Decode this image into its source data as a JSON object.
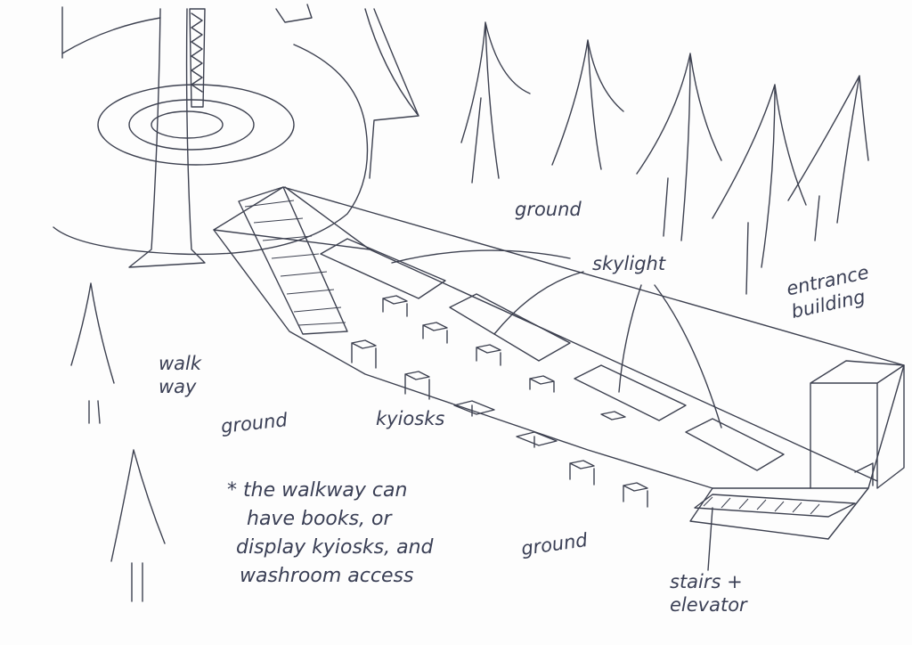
{
  "labels": {
    "ground_top": "ground",
    "skylight": "skylight",
    "entrance": "entrance building",
    "walkway": "walk way",
    "ground_left": "ground",
    "kiosks": "kyiosks",
    "ground_bottom": "ground",
    "stairs": "stairs + elevator"
  },
  "note": [
    "* the walkway can",
    "have books, or",
    "display kyiosks, and",
    "washroom access"
  ]
}
